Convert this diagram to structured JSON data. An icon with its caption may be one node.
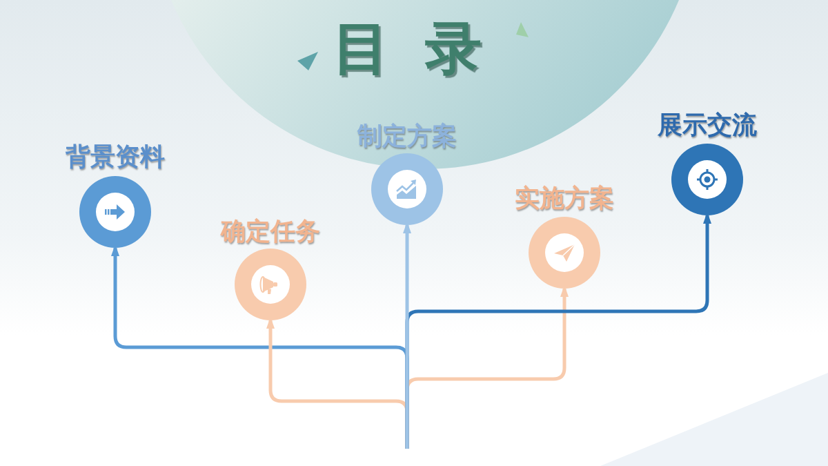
{
  "diagram": {
    "title": "目 录",
    "nodes": [
      {
        "text": [
          "背景资料"
        ]
      },
      {
        "text": [
          "确定任务"
        ]
      },
      {
        "text": [
          "制定方案"
        ]
      },
      {
        "text": [
          "实施方案"
        ]
      },
      {
        "text": [
          "展示交流"
        ]
      }
    ],
    "edges": [
      {
        "from": null,
        "to": 0,
        "arrow": "to",
        "color": "#5b9bd5"
      },
      {
        "from": null,
        "to": 1,
        "arrow": "to",
        "color": "#f8cbad"
      },
      {
        "from": null,
        "to": 2,
        "arrow": "to",
        "color": "#9dc3e6"
      },
      {
        "from": null,
        "to": 3,
        "arrow": "to",
        "color": "#f8cbad"
      },
      {
        "from": null,
        "to": 4,
        "arrow": "to",
        "color": "#2e75b6"
      }
    ]
  }
}
